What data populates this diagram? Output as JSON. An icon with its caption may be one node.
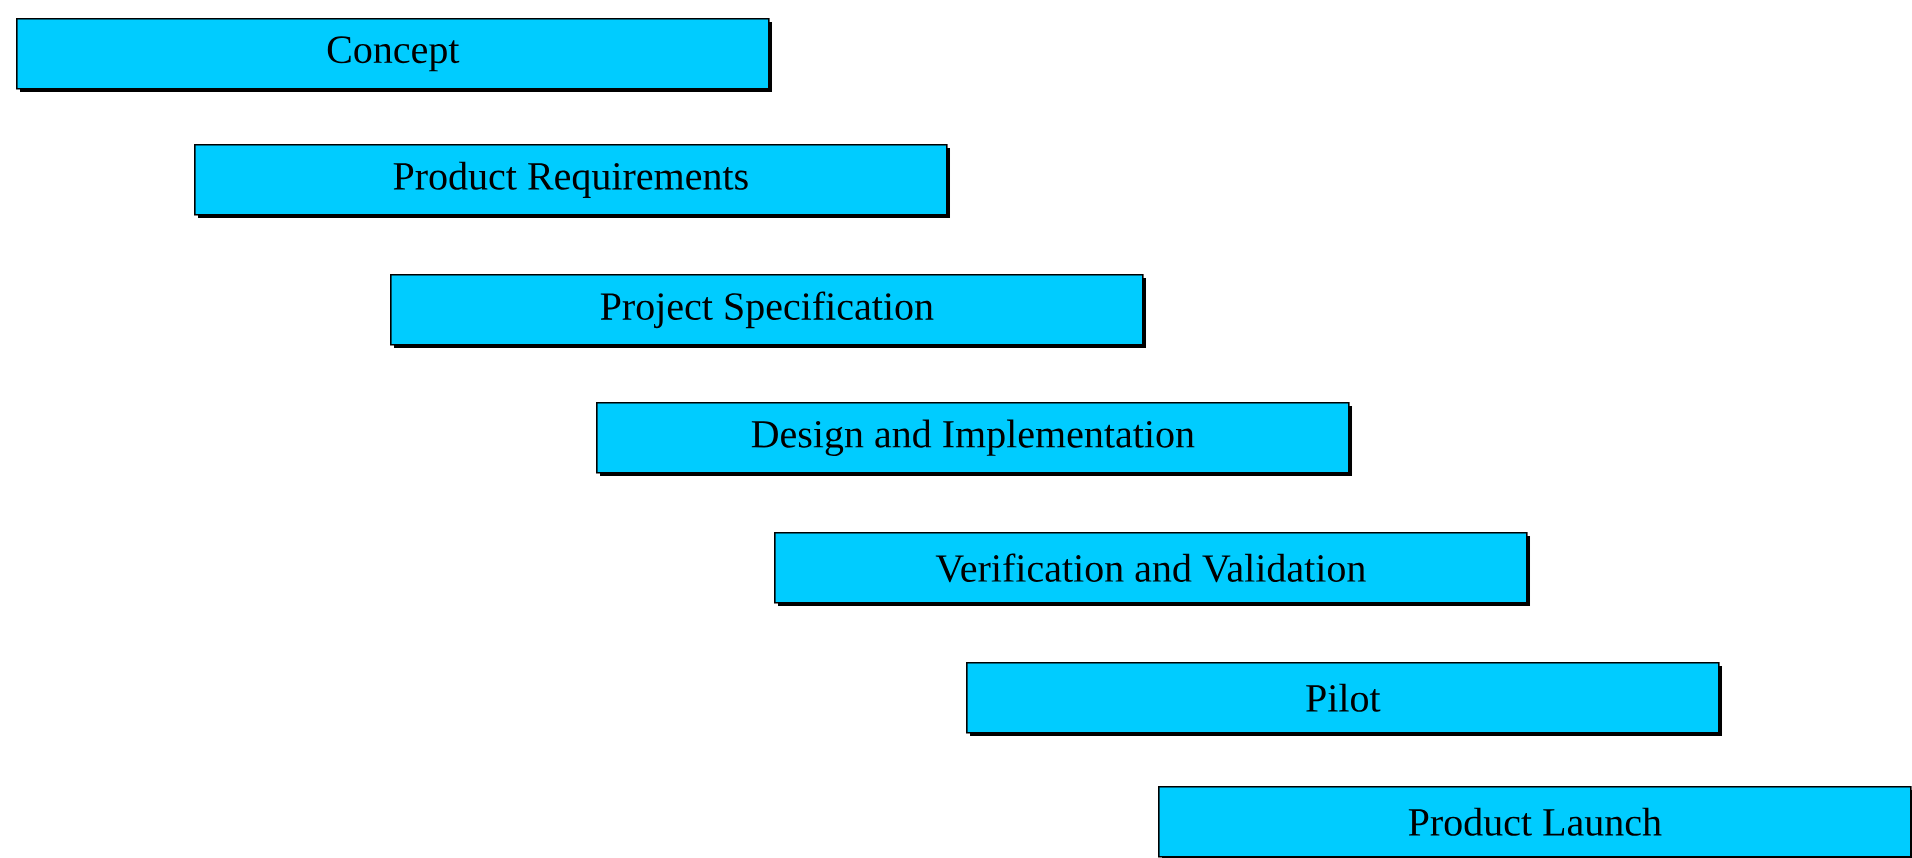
{
  "diagram": {
    "nodes": [
      {
        "text": [
          "Concept"
        ]
      },
      {
        "text": [
          "Product Requirements"
        ]
      },
      {
        "text": [
          "Project Specification"
        ]
      },
      {
        "text": [
          "Design and Implementation"
        ]
      },
      {
        "text": [
          "Verification and Validation"
        ]
      },
      {
        "text": [
          "Pilot"
        ]
      },
      {
        "text": [
          "Product Launch"
        ]
      }
    ]
  }
}
